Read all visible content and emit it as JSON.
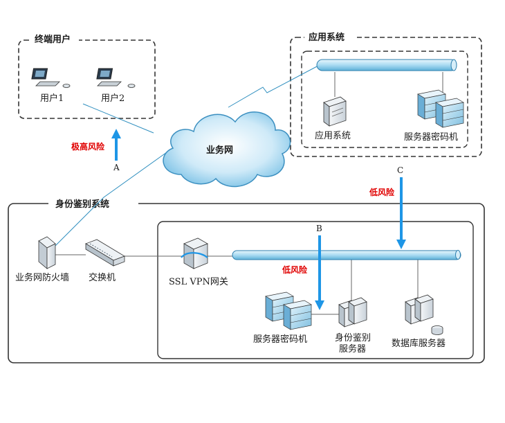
{
  "sections": {
    "end_users": "终端用户",
    "app_system": "应用系统",
    "identity_system": "身份鉴别系统"
  },
  "nodes": {
    "user1": "用户1",
    "user2": "用户2",
    "cloud": "业务网",
    "app_server": "应用系统",
    "app_crypto": "服务器密码机",
    "firewall": "业务网防火墙",
    "switch": "交换机",
    "vpn": "SSL VPN网关",
    "id_crypto": "服务器密码机",
    "id_server_line1": "身份鉴别",
    "id_server_line2": "服务器",
    "db_server": "数据库服务器"
  },
  "arrows": {
    "a_letter": "A",
    "a_risk": "极高风险",
    "b_letter": "B",
    "b_risk": "低风险",
    "c_letter": "C",
    "c_risk": "低风险"
  },
  "colors": {
    "arrow": "#1e96e6",
    "risk": "#e00000",
    "bus": "#bfe3f5",
    "server": "#dfe6ec"
  }
}
